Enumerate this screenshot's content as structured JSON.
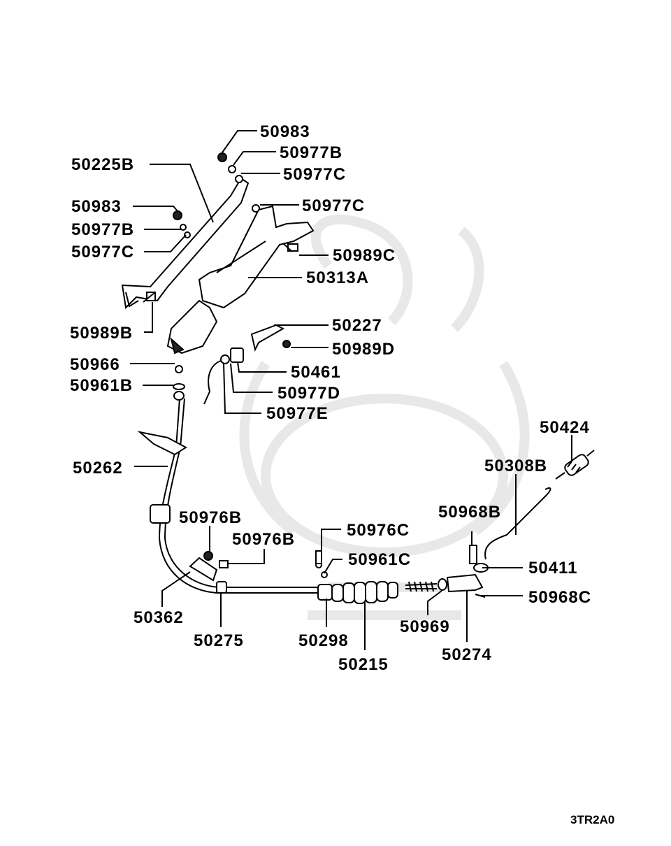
{
  "diagram_code": "3TR2A0",
  "labels": {
    "p50983_top": "50983",
    "p50977B_top": "50977B",
    "p50977C_top": "50977C",
    "p50225B": "50225B",
    "p50977C_mid": "50977C",
    "p50983_left": "50983",
    "p50977B_left": "50977B",
    "p50977C_left": "50977C",
    "p50989C": "50989C",
    "p50313A": "50313A",
    "p50227": "50227",
    "p50989B": "50989B",
    "p50989D": "50989D",
    "p50966": "50966",
    "p50461": "50461",
    "p50961B": "50961B",
    "p50977D": "50977D",
    "p50977E": "50977E",
    "p50424": "50424",
    "p50308B": "50308B",
    "p50262": "50262",
    "p50976B_a": "50976B",
    "p50968B": "50968B",
    "p50976C": "50976C",
    "p50976B_b": "50976B",
    "p50961C": "50961C",
    "p50411": "50411",
    "p50968C": "50968C",
    "p50362": "50362",
    "p50275": "50275",
    "p50298": "50298",
    "p50969": "50969",
    "p50274": "50274",
    "p50215": "50215"
  }
}
